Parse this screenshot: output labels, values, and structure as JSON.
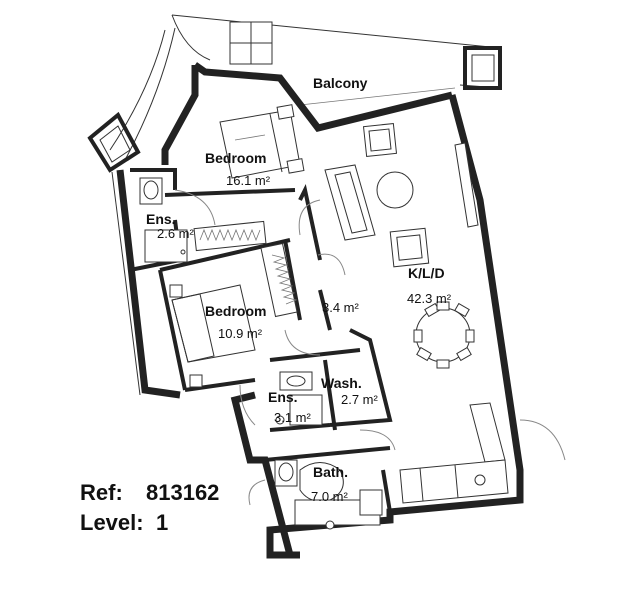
{
  "rooms": {
    "balcony": {
      "name": "Balcony"
    },
    "bedroom1": {
      "name": "Bedroom",
      "area": "16.1 m²"
    },
    "ensuite1": {
      "name": "Ens.",
      "area": "2.6 m²"
    },
    "bedroom2": {
      "name": "Bedroom",
      "area": "10.9 m²"
    },
    "hall": {
      "area": "3.4 m²"
    },
    "kld": {
      "name": "K/L/D",
      "area": "42.3 m²"
    },
    "wash": {
      "name": "Wash.",
      "area": "2.7 m²"
    },
    "ensuite2": {
      "name": "Ens.",
      "area": "3.1 m²"
    },
    "bath": {
      "name": "Bath.",
      "area": "7.0 m²"
    }
  },
  "ref": {
    "label": "Ref:",
    "value": "813162"
  },
  "level": {
    "label": "Level:",
    "value": "1"
  }
}
